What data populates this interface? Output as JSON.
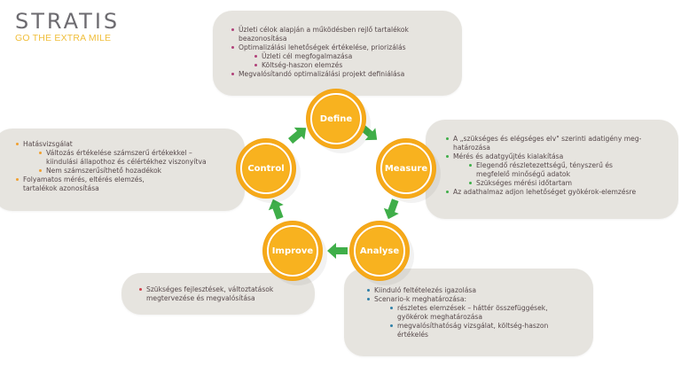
{
  "logo": {
    "name": "STRATIS",
    "tagline": "GO THE EXTRA MILE",
    "brand_colors": {
      "wordmark": "#6d6b70",
      "tagline": "#f0be3a"
    }
  },
  "cycle": {
    "circle_color": "#f6a91a",
    "arrow_color": "#3fae49",
    "order": [
      "Define",
      "Measure",
      "Analyse",
      "Improve",
      "Control"
    ],
    "phases": {
      "define": {
        "label": "Define"
      },
      "measure": {
        "label": "Measure"
      },
      "analyse": {
        "label": "Analyse"
      },
      "improve": {
        "label": "Improve"
      },
      "control": {
        "label": "Control"
      }
    }
  },
  "boxes": {
    "define": {
      "bullet_color": "#b0407a",
      "items": [
        {
          "level": 1,
          "text": "Üzleti célok alapján a működésben rejlő tartalékok"
        },
        {
          "level": 1,
          "text": "beazonosítása",
          "continuation": true
        },
        {
          "level": 1,
          "text": "Optimalizálási lehetőségek értékelése, priorizálás"
        },
        {
          "level": 2,
          "text": "Üzleti cél megfogalmazása"
        },
        {
          "level": 2,
          "text": "Költség-haszon elemzés"
        },
        {
          "level": 1,
          "text": "Megvalósítandó optimalizálási projekt definiálása"
        }
      ]
    },
    "measure": {
      "bullet_color": "#3fae49",
      "items": [
        {
          "level": 1,
          "text": "A „szükséges és elégséges elv\" szerinti adatigény meg-"
        },
        {
          "level": 1,
          "text": "határozása",
          "continuation": true
        },
        {
          "level": 1,
          "text": "Mérés és adatgyűjtés kialakítása"
        },
        {
          "level": 2,
          "text": "Elegendő részletezettségű, tényszerű és"
        },
        {
          "level": 2,
          "text": "megfelelő minőségű adatok",
          "continuation": true
        },
        {
          "level": 2,
          "text": "Szükséges mérési időtartam"
        },
        {
          "level": 1,
          "text": "Az adathalmaz adjon lehetőséget gyökérok-elemzésre"
        }
      ]
    },
    "analyse": {
      "bullet_color": "#2f7fa8",
      "items": [
        {
          "level": 1,
          "text": "Kiinduló feltételezés igazolása"
        },
        {
          "level": 1,
          "text": "Scenario-k meghatározása:"
        },
        {
          "level": 2,
          "text": "részletes elemzések – háttér összefüggések,"
        },
        {
          "level": 2,
          "text": "gyökérok meghatározása",
          "continuation": true
        },
        {
          "level": 2,
          "text": "megvalósíthatóság vizsgálat,  költség-haszon"
        },
        {
          "level": 2,
          "text": "értékelés",
          "continuation": true
        }
      ]
    },
    "improve": {
      "bullet_color": "#d0404a",
      "items": [
        {
          "level": 1,
          "text": "Szükséges fejlesztések, változtatások"
        },
        {
          "level": 1,
          "text": "megtervezése és megvalósítása",
          "continuation": true
        }
      ]
    },
    "control": {
      "bullet_color": "#f0a030",
      "items": [
        {
          "level": 1,
          "text": "Hatásvizsgálat"
        },
        {
          "level": 2,
          "text": "Változás értékelése számszerű értékekkel –"
        },
        {
          "level": 2,
          "text": "kiindulási állapothoz és célértékhez viszonyítva",
          "continuation": true
        },
        {
          "level": 2,
          "text": "Nem számszerűsíthető hozadékok"
        },
        {
          "level": 1,
          "text": "Folyamatos mérés, eltérés elemzés,"
        },
        {
          "level": 1,
          "text": "tartalékok azonosítása",
          "continuation": true
        }
      ]
    }
  }
}
